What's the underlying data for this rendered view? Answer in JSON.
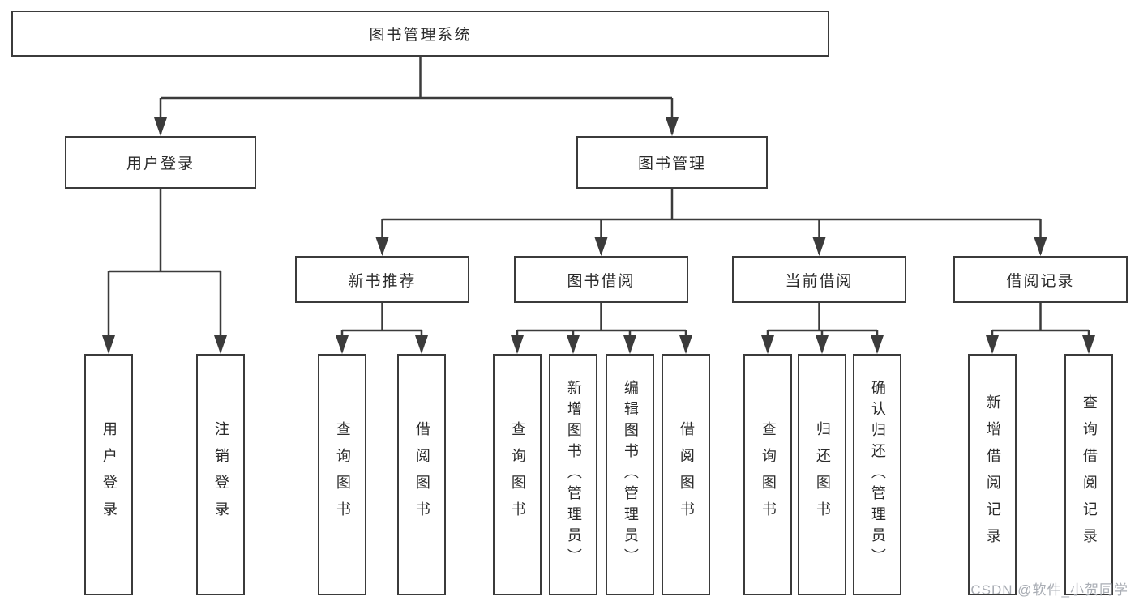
{
  "diagram": {
    "root": {
      "label": "图书管理系统"
    },
    "branches": [
      {
        "label": "用户登录",
        "children": [
          {
            "label": "用户登录"
          },
          {
            "label": "注销登录"
          }
        ]
      },
      {
        "label": "图书管理",
        "children": [
          {
            "label": "新书推荐",
            "children": [
              {
                "label": "查询图书"
              },
              {
                "label": "借阅图书"
              }
            ]
          },
          {
            "label": "图书借阅",
            "children": [
              {
                "label": "查询图书"
              },
              {
                "label": "新增图书（管理员）"
              },
              {
                "label": "编辑图书（管理员）"
              },
              {
                "label": "借阅图书"
              }
            ]
          },
          {
            "label": "当前借阅",
            "children": [
              {
                "label": "查询图书"
              },
              {
                "label": "归还图书"
              },
              {
                "label": "确认归还（管理员）"
              }
            ]
          },
          {
            "label": "借阅记录",
            "children": [
              {
                "label": "新增借阅记录"
              },
              {
                "label": "查询借阅记录"
              }
            ]
          }
        ]
      }
    ],
    "watermark": {
      "text": "CSDN @软件_小贺同学",
      "color": "#a9adb4"
    },
    "colors": {
      "background": "#ffffff",
      "line": "#3b3b3b",
      "box_border": "#3b3b3b",
      "box_fill": "#ffffff",
      "label_text": "#2b2b2b"
    }
  }
}
